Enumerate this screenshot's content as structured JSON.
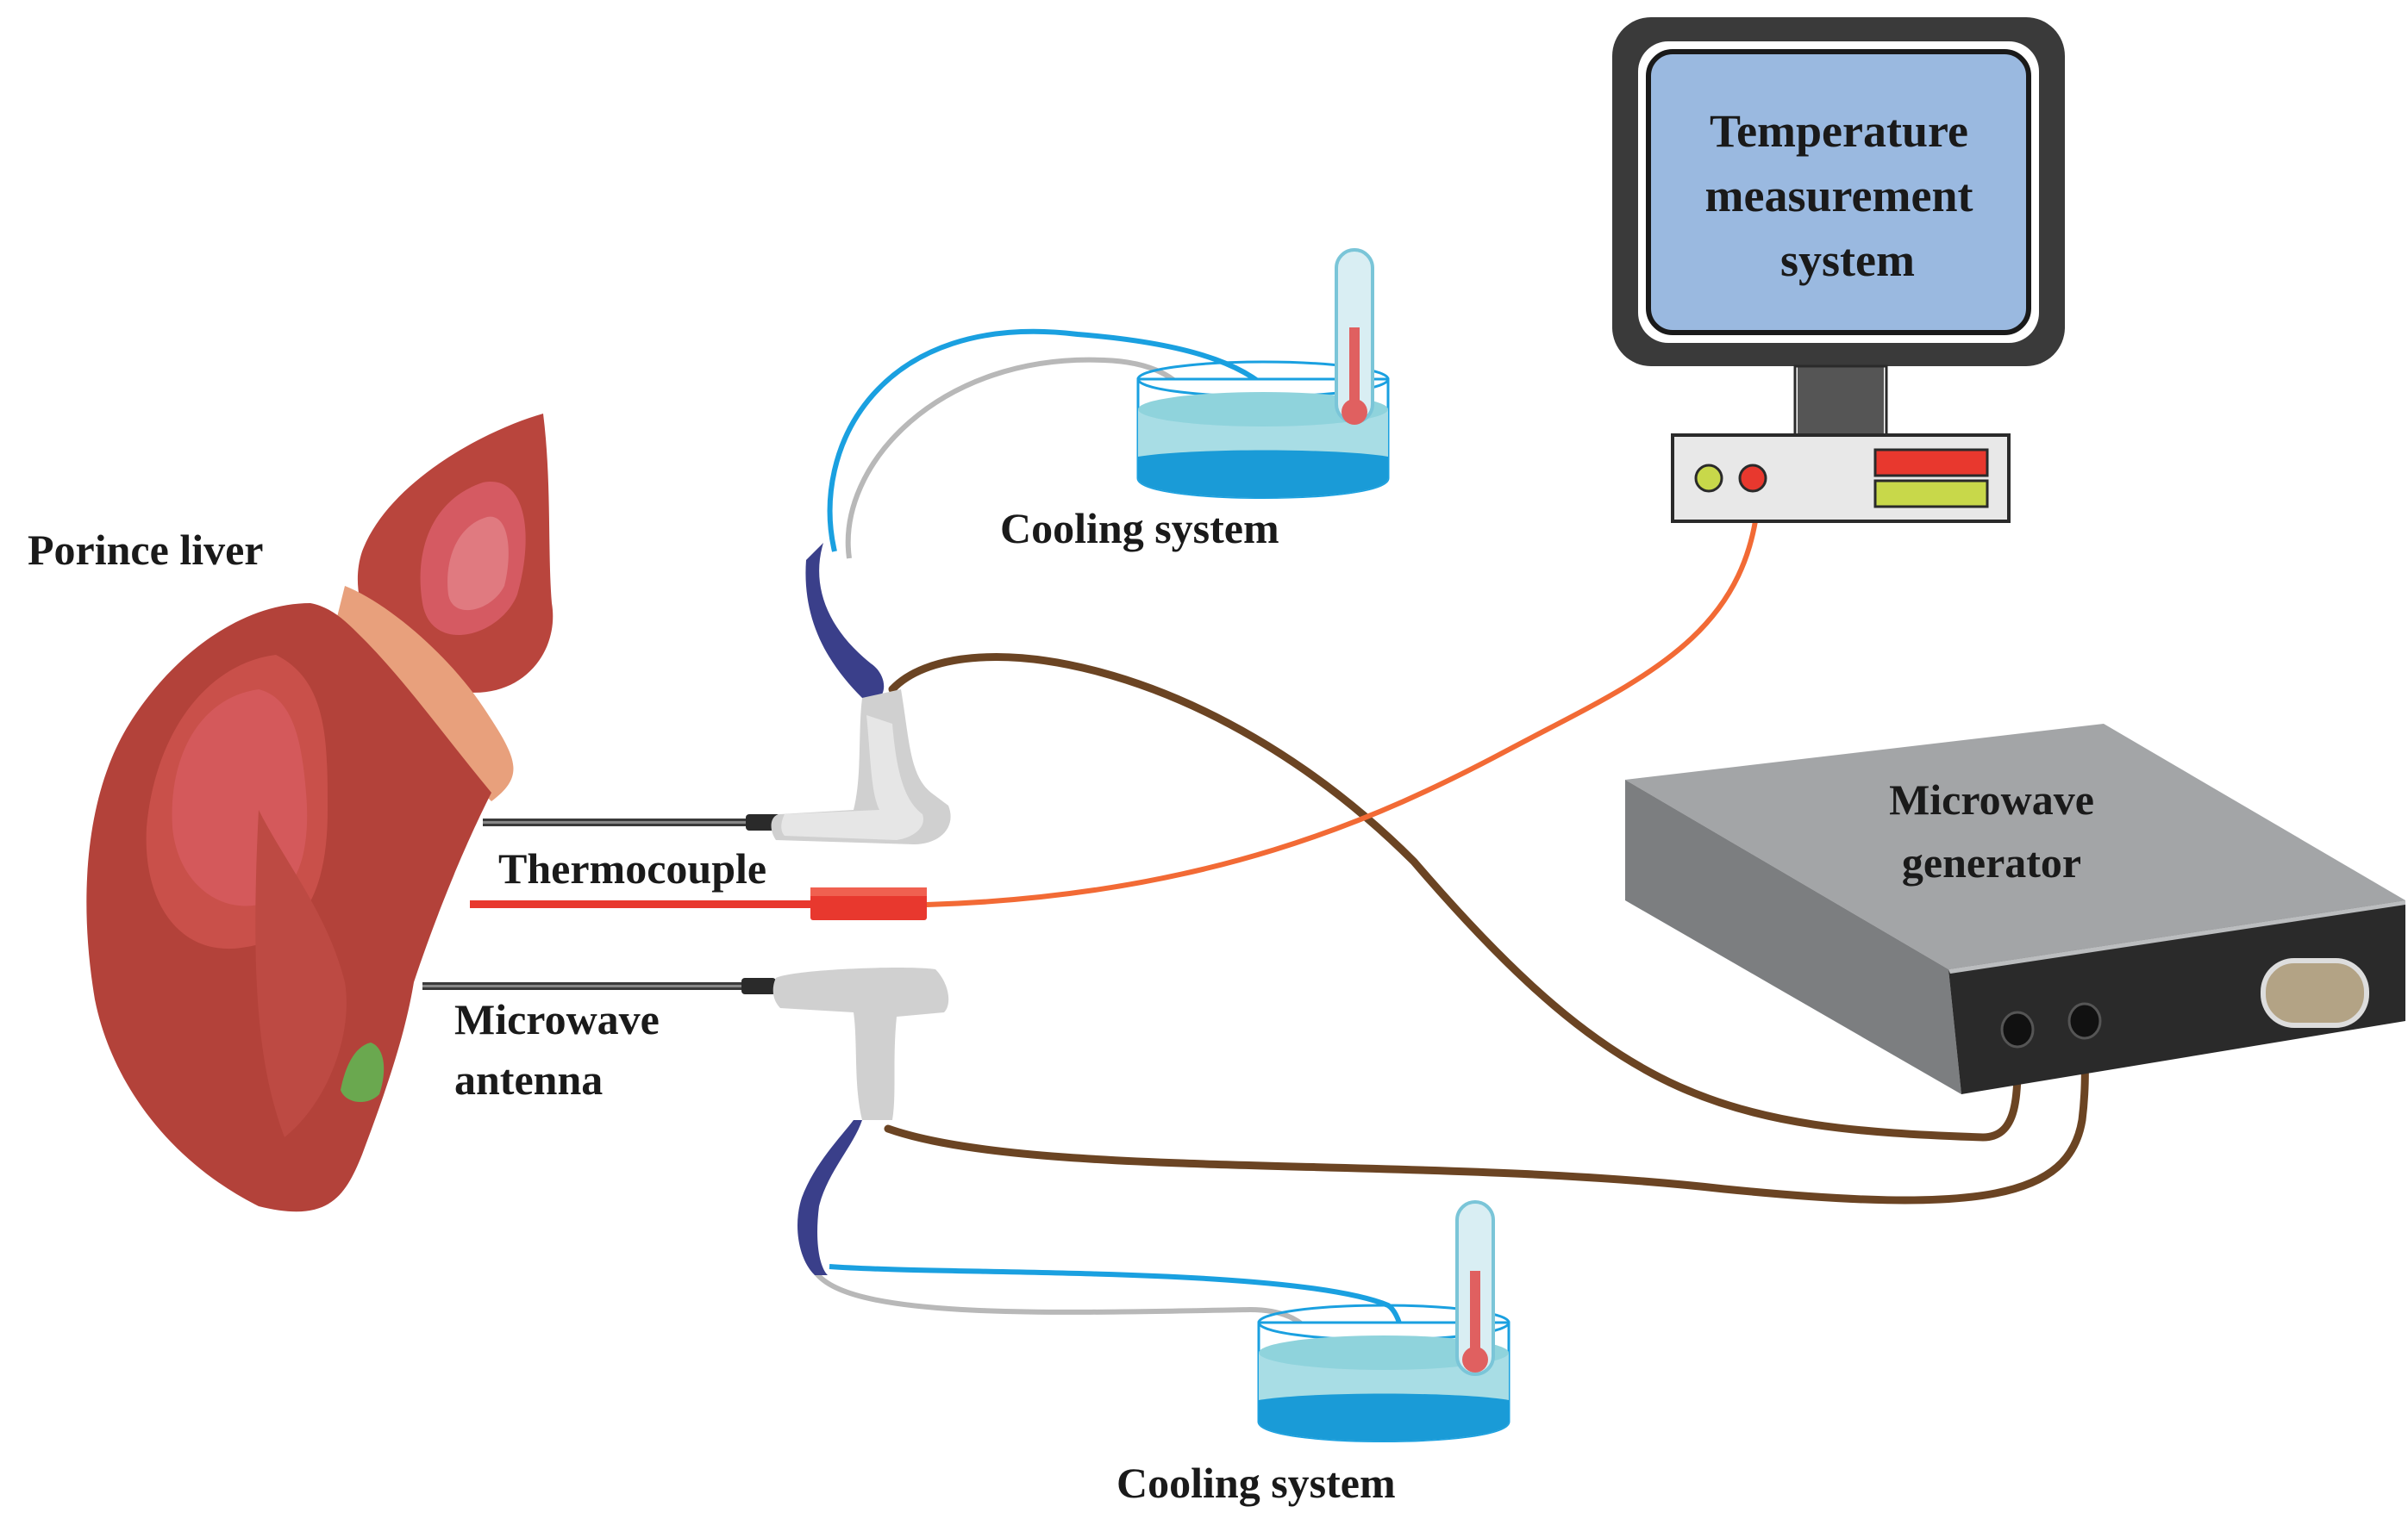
{
  "labels": {
    "liver": "Porince liver",
    "cooling_top": "Cooling system",
    "cooling_bottom": "Cooling system",
    "monitor_line1": "Temperature",
    "monitor_line2": "measurement",
    "monitor_line3": "system",
    "thermocouple": "Thermocouple",
    "antenna_line1": "Microwave",
    "antenna_line2": "antenna",
    "generator_line1": "Microwave",
    "generator_line2": "generator"
  },
  "colors": {
    "liver_dark": "#b3423a",
    "liver_mid": "#c9504a",
    "liver_light": "#dc6a6d",
    "gallbladder": "#e8a07c",
    "gallbladder_green": "#6aa84f",
    "monitor_screen": "#9ab9e0",
    "monitor_frame": "#3a3a3a",
    "generator_top": "#a3a5a7",
    "generator_front": "#2a2a2a",
    "generator_side": "#7c7e80",
    "cable_brown": "#6b4423",
    "cable_orange": "#f26a35",
    "tube_blue": "#1aa0e0",
    "tube_gray": "#b8b8b8",
    "water": "#8fd3dc",
    "water_deep": "#1a9bd7",
    "thermocouple_red": "#e8382e",
    "handle_gray": "#d0d0d0",
    "handle_blue": "#3a3f8a",
    "led_green": "#c8d84a",
    "led_red": "#e8382e"
  }
}
